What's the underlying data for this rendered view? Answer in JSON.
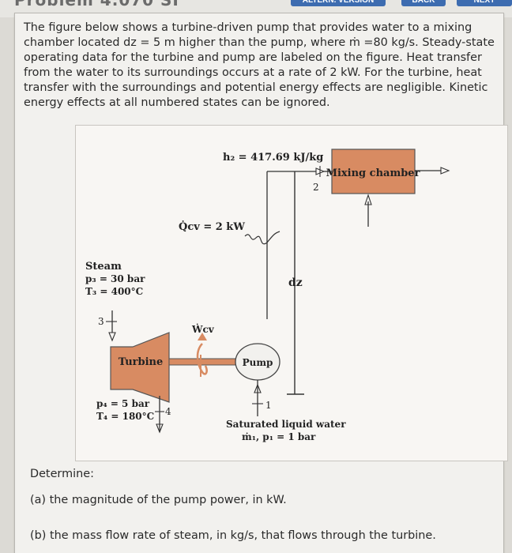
{
  "header": {
    "title": "Problem 4.070 SI",
    "version_button": "ALTERN. VERSION",
    "back_button": "BACK",
    "next_button": "NEXT"
  },
  "problem": {
    "statement": "The figure below shows a turbine-driven pump that provides water to a mixing chamber located dz  = 5 m higher than the pump, where ṁ =80 kg/s. Steady-state operating data for the turbine and pump are labeled on the figure. Heat transfer from the water to its surroundings occurs at a rate of 2 kW. For the turbine, heat transfer with the surroundings and potential energy effects are negligible. Kinetic energy effects at all numbered states can be ignored."
  },
  "figure": {
    "h2_label": "h₂ = 417.69 kJ/kg",
    "state2": "2",
    "mixing_chamber": "Mixing chamber",
    "qcv_label": "Q̇cv = 2 kW",
    "steam": "Steam",
    "p3": "p₃ = 30 bar",
    "t3": "T₃ = 400°C",
    "dz": "dz",
    "state3": "3",
    "wcv": "Ẇcv",
    "turbine": "Turbine",
    "pump": "Pump",
    "p4": "p₄ = 5 bar",
    "t4": "T₄ = 180°C",
    "state4": "4",
    "state1": "1",
    "sat_liquid": "Saturated liquid water",
    "m1_p1": "ṁ₁, p₁ = 1 bar",
    "colors": {
      "equipment_fill": "#d88b62",
      "line": "#333333"
    }
  },
  "questions": {
    "determine": "Determine:",
    "a": "(a) the magnitude of the pump power, in kW.",
    "b": "(b) the mass flow rate of steam, in kg/s, that flows through the turbine."
  }
}
